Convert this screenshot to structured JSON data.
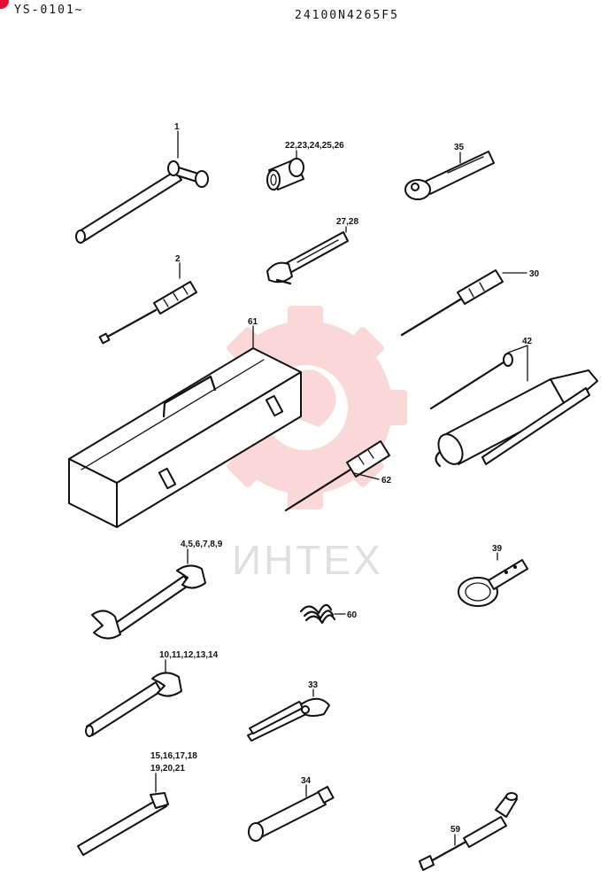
{
  "header": {
    "serial_range": "YS-0101~",
    "part_number": "24100N4265F5"
  },
  "watermark": {
    "text": "ИНТЕХ",
    "logo": "gear-logo",
    "color": "#f7b9b9"
  },
  "callouts": {
    "c1": "1",
    "c2": "2",
    "c22_26": "22,23,24,25,26",
    "c27_28": "27,28",
    "c35": "35",
    "c30": "30",
    "c61": "61",
    "c42": "42",
    "c62": "62",
    "c4_9": "4,5,6,7,8,9",
    "c39": "39",
    "c60": "60",
    "c10_14": "10,11,12,13,14",
    "c33": "33",
    "c15_18": "15,16,17,18",
    "c19_21": "19,20,21",
    "c34": "34",
    "c59": "59"
  },
  "parts": [
    {
      "callout": "1",
      "icon": "hammer-icon"
    },
    {
      "callout": "2",
      "icon": "screwdriver-icon"
    },
    {
      "callout": "22,23,24,25,26",
      "icon": "socket-icon"
    },
    {
      "callout": "27,28",
      "icon": "adjustable-wrench-icon"
    },
    {
      "callout": "35",
      "icon": "ratchet-handle-icon"
    },
    {
      "callout": "30",
      "icon": "screwdriver-icon"
    },
    {
      "callout": "61",
      "icon": "toolbox-icon"
    },
    {
      "callout": "42",
      "icon": "grease-gun-icon"
    },
    {
      "callout": "62",
      "icon": "phillips-screwdriver-icon"
    },
    {
      "callout": "4,5,6,7,8,9",
      "icon": "double-open-wrench-icon"
    },
    {
      "callout": "39",
      "icon": "filter-wrench-icon"
    },
    {
      "callout": "60",
      "icon": "spring-icon"
    },
    {
      "callout": "10,11,12,13,14",
      "icon": "single-open-wrench-icon"
    },
    {
      "callout": "33",
      "icon": "pliers-icon"
    },
    {
      "callout": "15,16,17,18 / 19,20,21",
      "icon": "hex-key-icon"
    },
    {
      "callout": "34",
      "icon": "extension-bar-icon"
    },
    {
      "callout": "59",
      "icon": "universal-joint-icon"
    }
  ]
}
